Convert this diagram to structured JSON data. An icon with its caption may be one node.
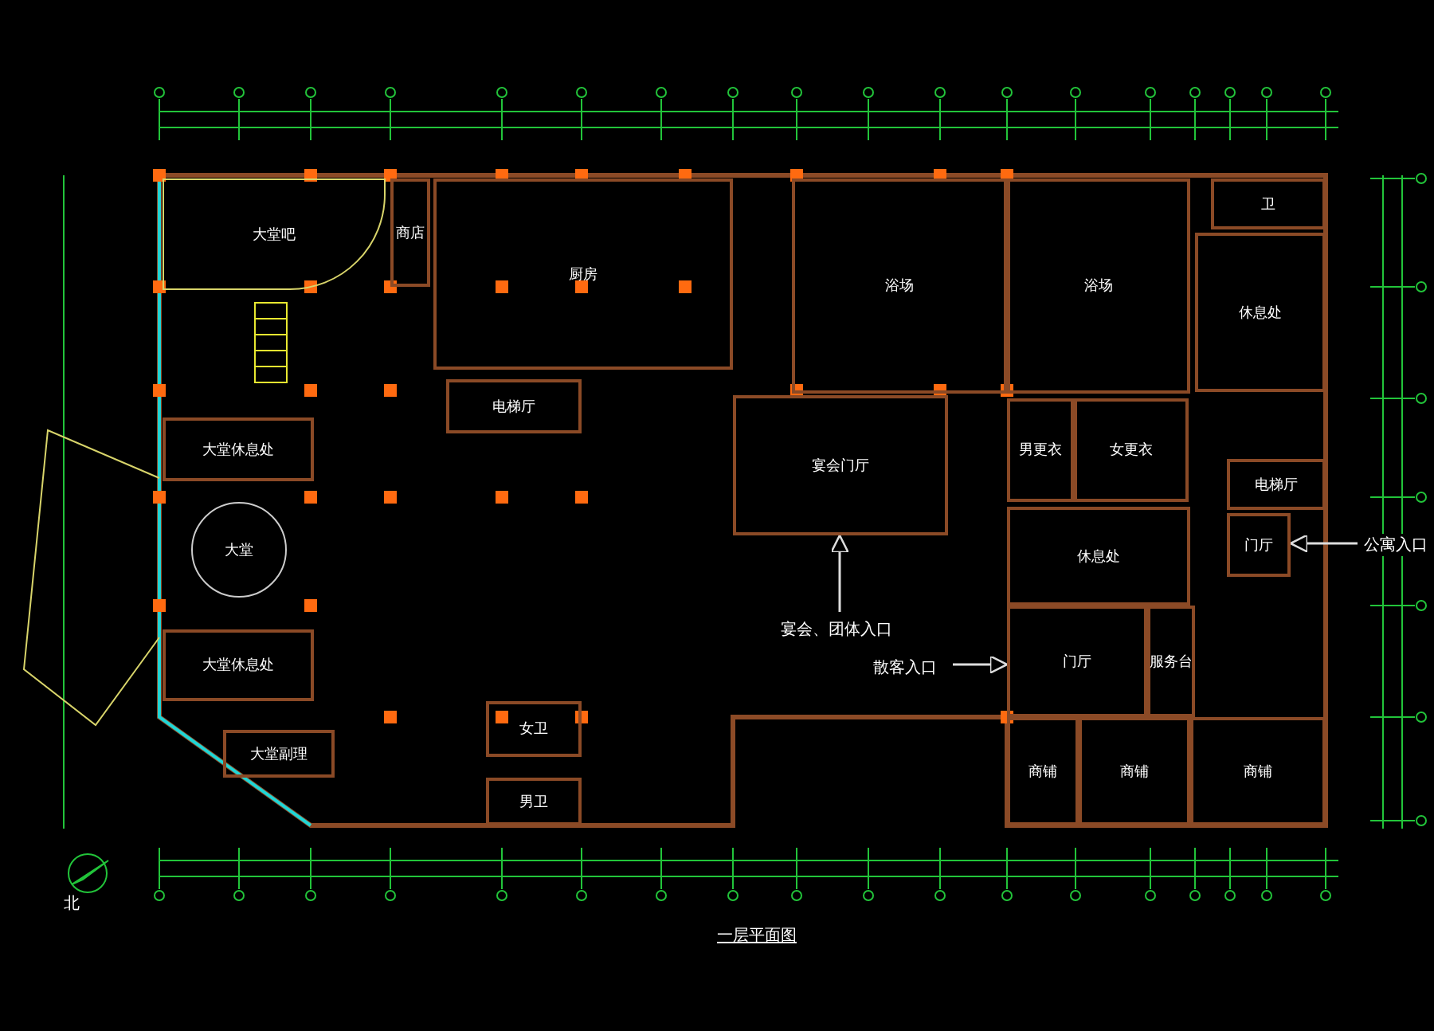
{
  "diagram": {
    "title": "一层平面图",
    "nodes": [
      {
        "text": [
          "大堂吧"
        ]
      },
      {
        "text": [
          "大堂"
        ]
      },
      {
        "text": [
          "大堂休息处"
        ]
      },
      {
        "text": [
          "大堂休息处"
        ]
      },
      {
        "text": [
          "大堂副理"
        ]
      },
      {
        "text": [
          "商店"
        ]
      },
      {
        "text": [
          "厨房"
        ]
      },
      {
        "text": [
          "电梯厅"
        ]
      },
      {
        "text": [
          "宴会门厅"
        ]
      },
      {
        "text": [
          "浴场"
        ]
      },
      {
        "text": [
          "浴场"
        ]
      },
      {
        "text": [
          "卫"
        ]
      },
      {
        "text": [
          "休息处"
        ]
      },
      {
        "text": [
          "男更衣"
        ]
      },
      {
        "text": [
          "女更衣"
        ]
      },
      {
        "text": [
          "电梯厅"
        ]
      },
      {
        "text": [
          "门厅"
        ]
      },
      {
        "text": [
          "休息处"
        ]
      },
      {
        "text": [
          "门厅"
        ]
      },
      {
        "text": [
          "服务台"
        ]
      },
      {
        "text": [
          "商铺"
        ]
      },
      {
        "text": [
          "商铺"
        ]
      },
      {
        "text": [
          "商铺"
        ]
      },
      {
        "text": [
          "女卫"
        ]
      },
      {
        "text": [
          "男卫"
        ]
      }
    ],
    "edges": [
      {
        "from": null,
        "to": 8,
        "arrow": "to",
        "label": "宴会、团体入口"
      },
      {
        "from": null,
        "to": 18,
        "arrow": "to",
        "label": "散客入口"
      },
      {
        "from": null,
        "to": 16,
        "arrow": "to",
        "label": "公寓入口"
      }
    ],
    "labels": [
      "北"
    ]
  }
}
